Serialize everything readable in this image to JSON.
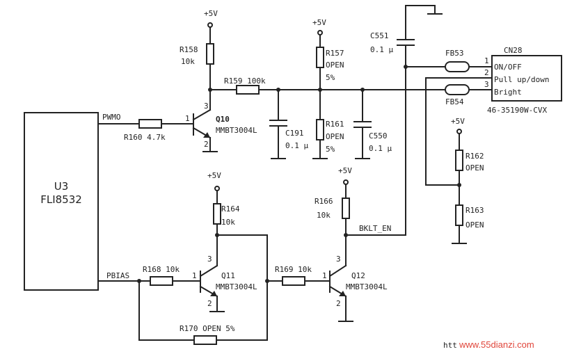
{
  "labels": {
    "vcc_q10": "+5V",
    "vcc_r157": "+5V",
    "vcc_q11": "+5V",
    "vcc_r166": "+5V",
    "vcc_r162": "+5V",
    "r158": "R158",
    "r158_val": "10k",
    "r157": "R157",
    "r157_val": "OPEN",
    "r157_tol": "5%",
    "r159": "R159 100k",
    "c551": "C551",
    "c551_val": "0.1 µ",
    "fb53": "FB53",
    "fb54": "FB54",
    "cn28": "CN28",
    "cn28_pin1": "1",
    "cn28_pin2": "2",
    "cn28_pin3": "3",
    "cn28_on_off": "ON/OFF",
    "cn28_pull": "Pull up/down",
    "cn28_bright": "Bright",
    "cn28_part": "46-35190W-CVX",
    "pwmo": "PWMO",
    "r160": "R160 4.7k",
    "q10": "Q10",
    "q10_part": "MMBT3004L",
    "q10_p1": "1",
    "q10_p2": "2",
    "q10_p3": "3",
    "c191": "C191",
    "c191_val": "0.1 µ",
    "r161": "R161",
    "r161_val": "OPEN",
    "r161_tol": "5%",
    "c550": "C550",
    "c550_val": "0.1 µ",
    "r162": "R162",
    "r162_val": "OPEN",
    "r163": "R163",
    "r163_val": "OPEN",
    "u3_name": "U3",
    "u3_part": "FLI8532",
    "r164": "R164",
    "r164_val": "10k",
    "r166": "R166",
    "r166_val": "10k",
    "bklt_en": "BKLT_EN",
    "pbias": "PBIAS",
    "r168": "R168 10k",
    "q11": "Q11",
    "q11_part": "MMBT3004L",
    "q11_p1": "1",
    "q11_p2": "2",
    "q11_p3": "3",
    "r169": "R169 10k",
    "q12": "Q12",
    "q12_part": "MMBT3004L",
    "q12_p1": "1",
    "q12_p2": "2",
    "q12_p3": "3",
    "r170": "R170 OPEN 5%",
    "watermark_prefix": "htt",
    "watermark": "www.55dianzi.com"
  }
}
